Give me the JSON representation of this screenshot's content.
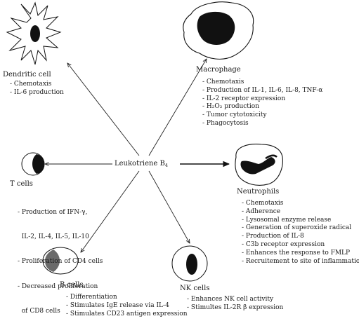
{
  "center": {
    "label": "Leukotriene B",
    "subscript": "4"
  },
  "cells": {
    "dendritic": {
      "name": "Dendritic cell",
      "effects": [
        "- Chemotaxis",
        "- IL-6 production"
      ]
    },
    "macrophage": {
      "name": "Macrophage",
      "effects": [
        "- Chemotaxis",
        "- Production of IL-1, IL-6, IL-8, TNF-α",
        "- IL-2 receptor expression",
        "- H₂O₂ production",
        "- Tumor cytotoxicity",
        "- Phagocytosis"
      ]
    },
    "tcells": {
      "name": "T cells",
      "effects": [
        "- Production of IFN-γ,",
        "  IL-2, IL-4, IL-5, IL-10",
        "- Proliferation of CD4 cells",
        "- Decreased proliferation",
        "  of CD8 cells"
      ]
    },
    "neutrophils": {
      "name": "Neutrophils",
      "effects": [
        "- Chemotaxis",
        "- Adherence",
        "- Lysosomal enzyme release",
        "- Generation of superoxide radical",
        "- Production of IL-8",
        "- C3b receptor expression",
        "- Enhances the response to FMLP",
        "- Recruitement to site of inflammation"
      ]
    },
    "bcells": {
      "name": "B cells",
      "effects": [
        "- Differentiation",
        "- Stimulates IgE release via IL-4",
        "- Stimulates CD23 antigen expression"
      ]
    },
    "nkcells": {
      "name": "NK cells",
      "effects": [
        "- Enhances NK cell activity",
        "- Stimultes IL-2R β expression"
      ]
    }
  }
}
